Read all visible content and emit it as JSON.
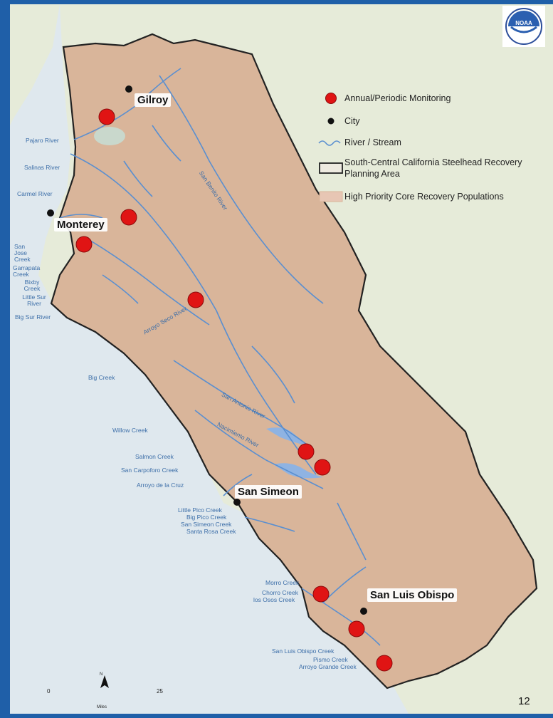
{
  "colors": {
    "frame": "#1f5fa8",
    "ocean": "#dfe8ee",
    "land": "#e9ecde",
    "core_population": "#d9b59a",
    "monitoring": "#e01414",
    "city": "#111111",
    "river": "#5a8fd0"
  },
  "logo": {
    "icon": "noaa-logo",
    "text": "NOAA"
  },
  "legend": {
    "items": [
      {
        "icon": "red-circle-icon",
        "label": "Annual/Periodic Monitoring"
      },
      {
        "icon": "black-dot-icon",
        "label": "City"
      },
      {
        "icon": "river-line-icon",
        "label": "River / Stream"
      },
      {
        "icon": "outline-box-icon",
        "label": "South-Central California Steelhead Recovery Planning Area"
      },
      {
        "icon": "tan-box-icon",
        "label": "High Priority Core Recovery Populations"
      }
    ]
  },
  "cities": {
    "gilroy": "Gilroy",
    "monterey": "Monterey",
    "san_simeon": "San Simeon",
    "san_luis_obispo": "San Luis Obispo"
  },
  "water_labels": {
    "pajaro": "Pajaro River",
    "salinas": "Salinas River",
    "carmel": "Carmel River",
    "san_jose": "San Jose Creek",
    "garrapata": "Garrapata Creek",
    "bixby": "Bixby Creek",
    "little_sur": "Little Sur River",
    "big_sur": "Big Sur River",
    "big_creek": "Big Creek",
    "willow": "Willow Creek",
    "salmon": "Salmon Creek",
    "san_carpoforo": "San Carpoforo Creek",
    "arroyo_cruz": "Arroyo de la Cruz",
    "little_pico": "Little Pico Creek",
    "big_pico": "Big Pico Creek",
    "san_simeon_creek": "San Simeon Creek",
    "santa_rosa": "Santa Rosa Creek",
    "morro": "Morro Creek",
    "chorro": "Chorro Creek",
    "los_osos": "los Osos Creek",
    "slo_creek": "San Luis Obispo Creek",
    "pismo": "Pismo Creek",
    "arroyo_grande": "Arroyo Grande Creek",
    "san_benito": "San Benito River",
    "arroyo_seco": "Arroyo Seco River",
    "san_antonio": "San Antonio River",
    "nacimiento": "Nacimiento River"
  },
  "scale": {
    "start": "0",
    "end": "25",
    "unit": "Miles",
    "north": "N"
  },
  "page_number": "12"
}
